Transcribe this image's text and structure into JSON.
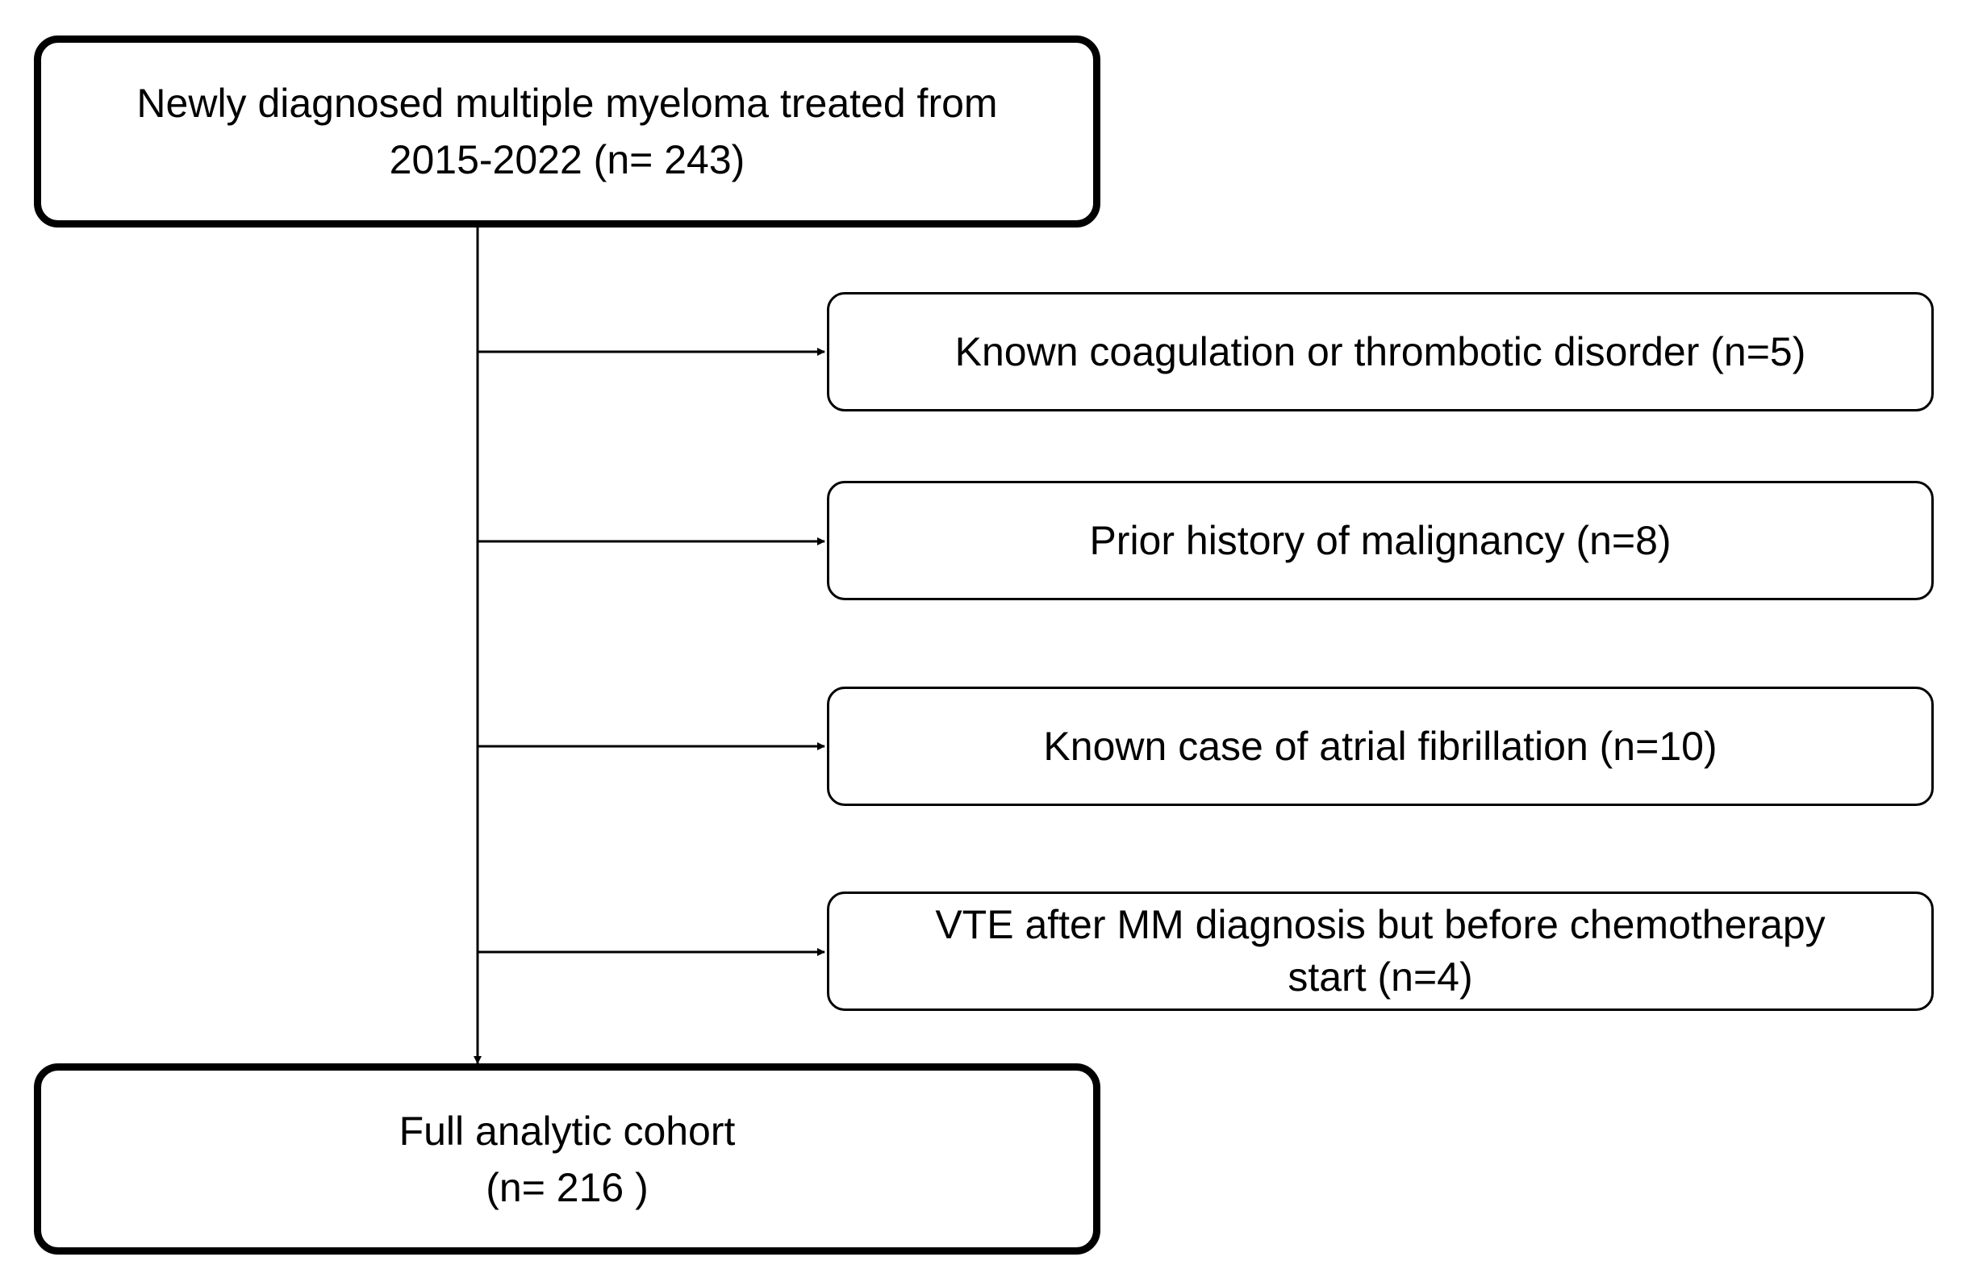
{
  "colors": {
    "stroke": "#000000",
    "text": "#000000",
    "background": "#ffffff"
  },
  "diagram": {
    "type": "flowchart",
    "top_box": {
      "line1": "Newly diagnosed multiple myeloma treated from",
      "line2": "2015-2022 (n= 243)"
    },
    "exclusions": [
      {
        "line1": "Known coagulation or thrombotic disorder (n=5)",
        "line2": ""
      },
      {
        "line1": "Prior history of malignancy (n=8)",
        "line2": ""
      },
      {
        "line1": "Known case of atrial fibrillation (n=10)",
        "line2": ""
      },
      {
        "line1": "VTE after MM diagnosis but before chemotherapy",
        "line2": "start (n=4)"
      }
    ],
    "bottom_box": {
      "line1": "Full analytic cohort",
      "line2": "(n= 216 )"
    }
  }
}
